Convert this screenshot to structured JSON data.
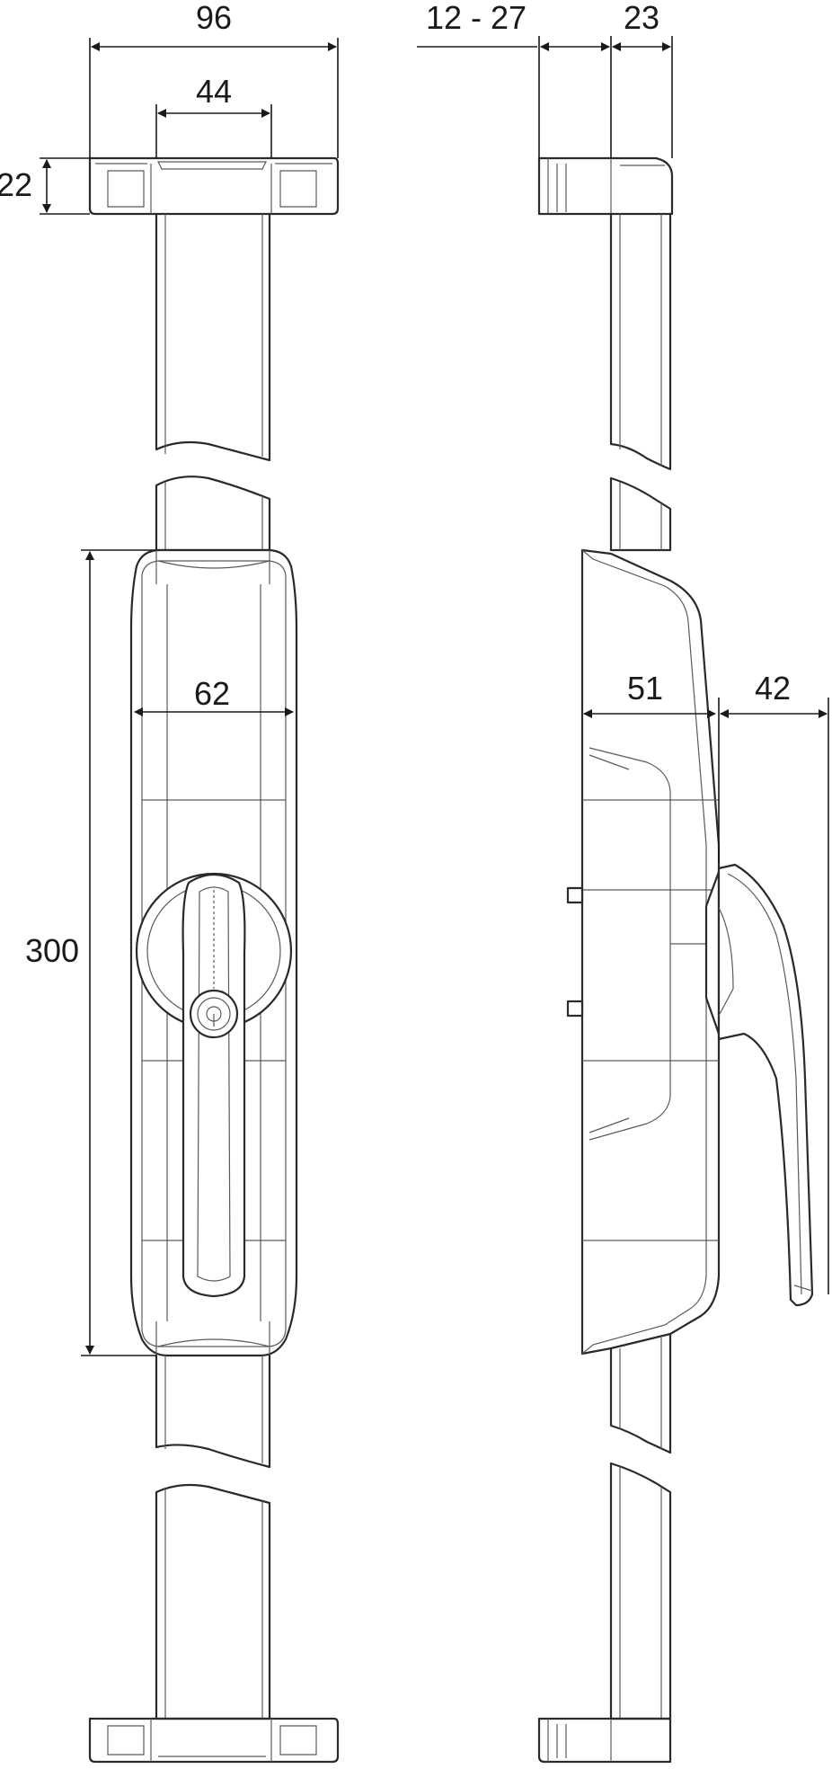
{
  "drawing": {
    "front_view": {
      "width_total": "96",
      "width_bar": "44",
      "height_cap": "22",
      "width_lock": "62",
      "height_lock": "300"
    },
    "side_view": {
      "bar_offset": "12 - 27",
      "depth_bar": "23",
      "depth_lock": "51",
      "handle_projection": "42"
    }
  },
  "colors": {
    "line": "#2a2a2a",
    "background": "#ffffff"
  }
}
